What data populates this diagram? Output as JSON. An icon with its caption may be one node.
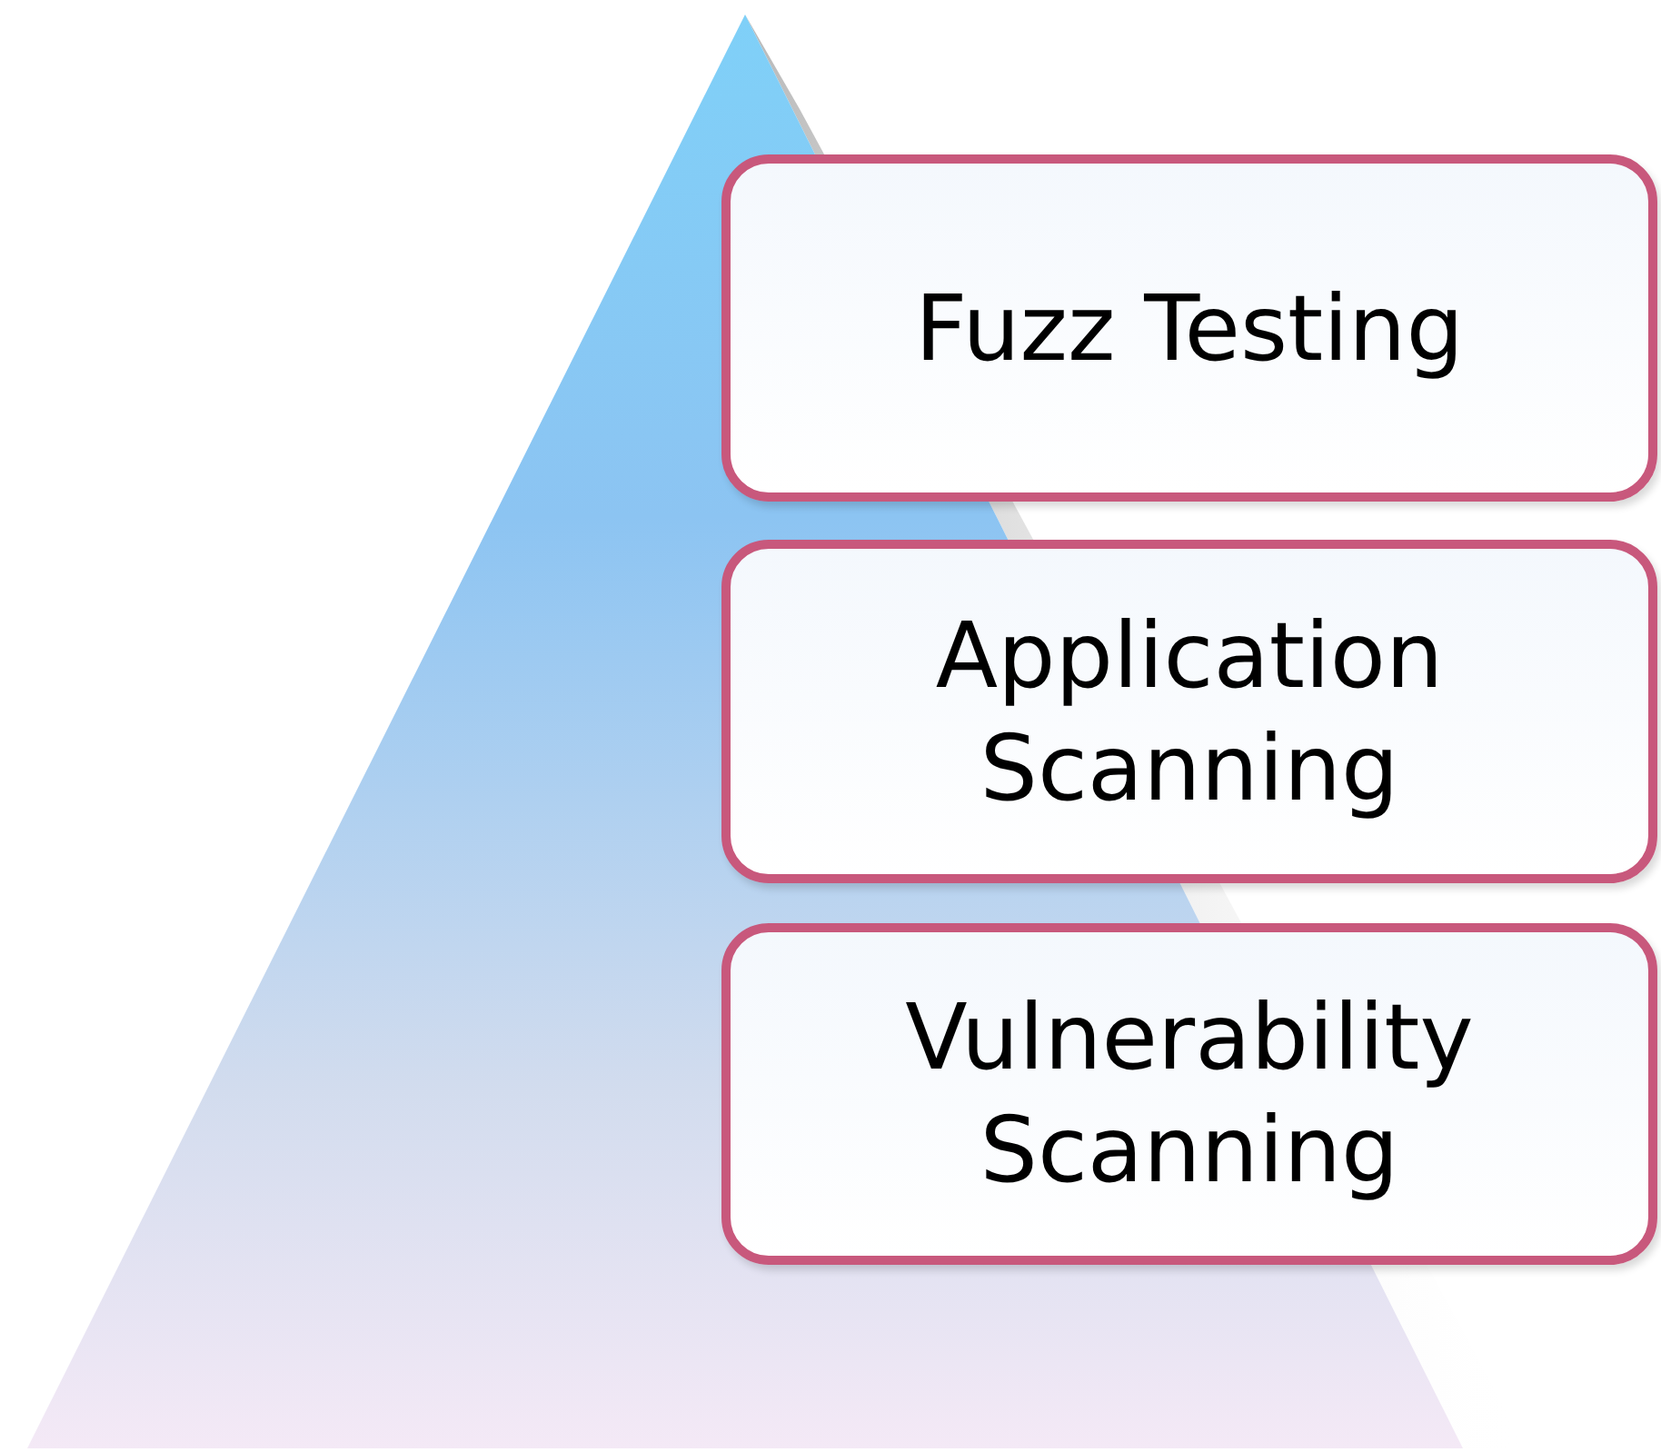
{
  "diagram": {
    "nodes": [
      {
        "text": [
          "Fuzz Testing"
        ]
      },
      {
        "text": [
          "Application Scanning"
        ]
      },
      {
        "text": [
          "Vulnerability Scanning"
        ]
      }
    ]
  }
}
